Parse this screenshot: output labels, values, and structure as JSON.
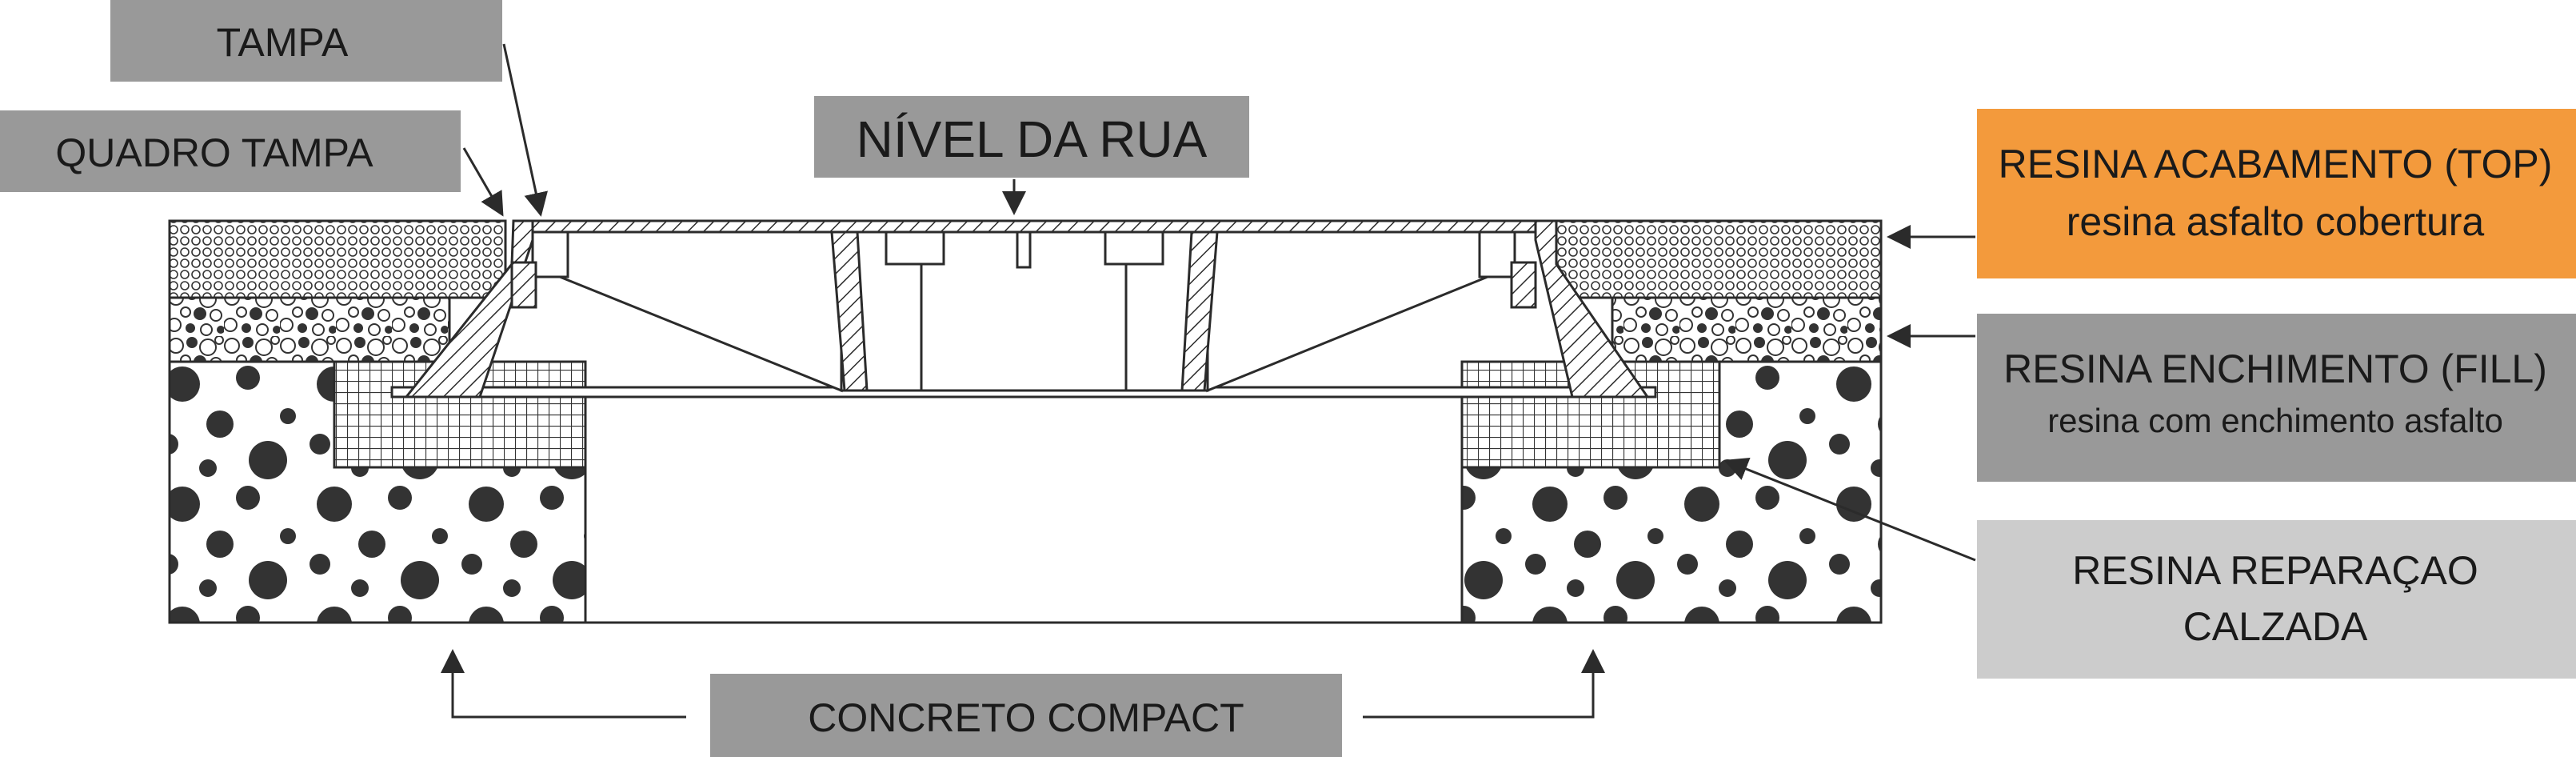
{
  "labels": {
    "tampa": "TAMPA",
    "quadro_tampa": "QUADRO TAMPA",
    "nivel_da_rua": "NÍVEL DA RUA",
    "resina_top_title": "RESINA ACABAMENTO (TOP)",
    "resina_top_sub": "resina asfalto cobertura",
    "resina_fill_title": "RESINA ENCHIMENTO (FILL)",
    "resina_fill_sub": "resina com enchimento asfalto",
    "resina_reparacao_line1": "RESINA REPARAÇAO",
    "resina_reparacao_line2": "CALZADA",
    "concreto_compact": "CONCRETO COMPACT"
  },
  "colors": {
    "label_gray": "#999999",
    "label_light_gray": "#cccccc",
    "accent_orange": "#f39a3c",
    "line": "#2b2b2b",
    "concrete_ball": "#333333"
  }
}
